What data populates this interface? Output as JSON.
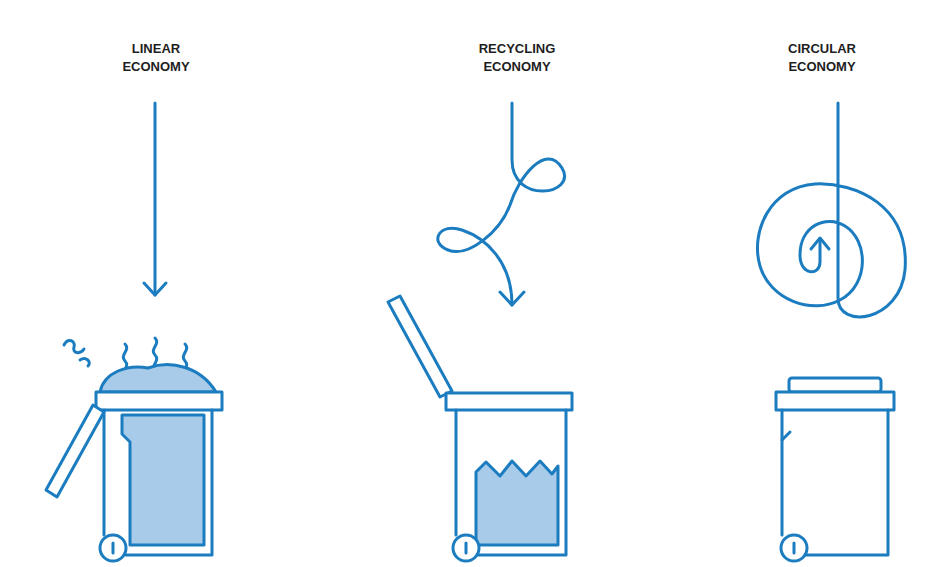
{
  "diagram": {
    "labels": [
      "LINEAR ECONOMY",
      "RECYCLING ECONOMY",
      "CIRCULAR ECONOMY"
    ]
  }
}
